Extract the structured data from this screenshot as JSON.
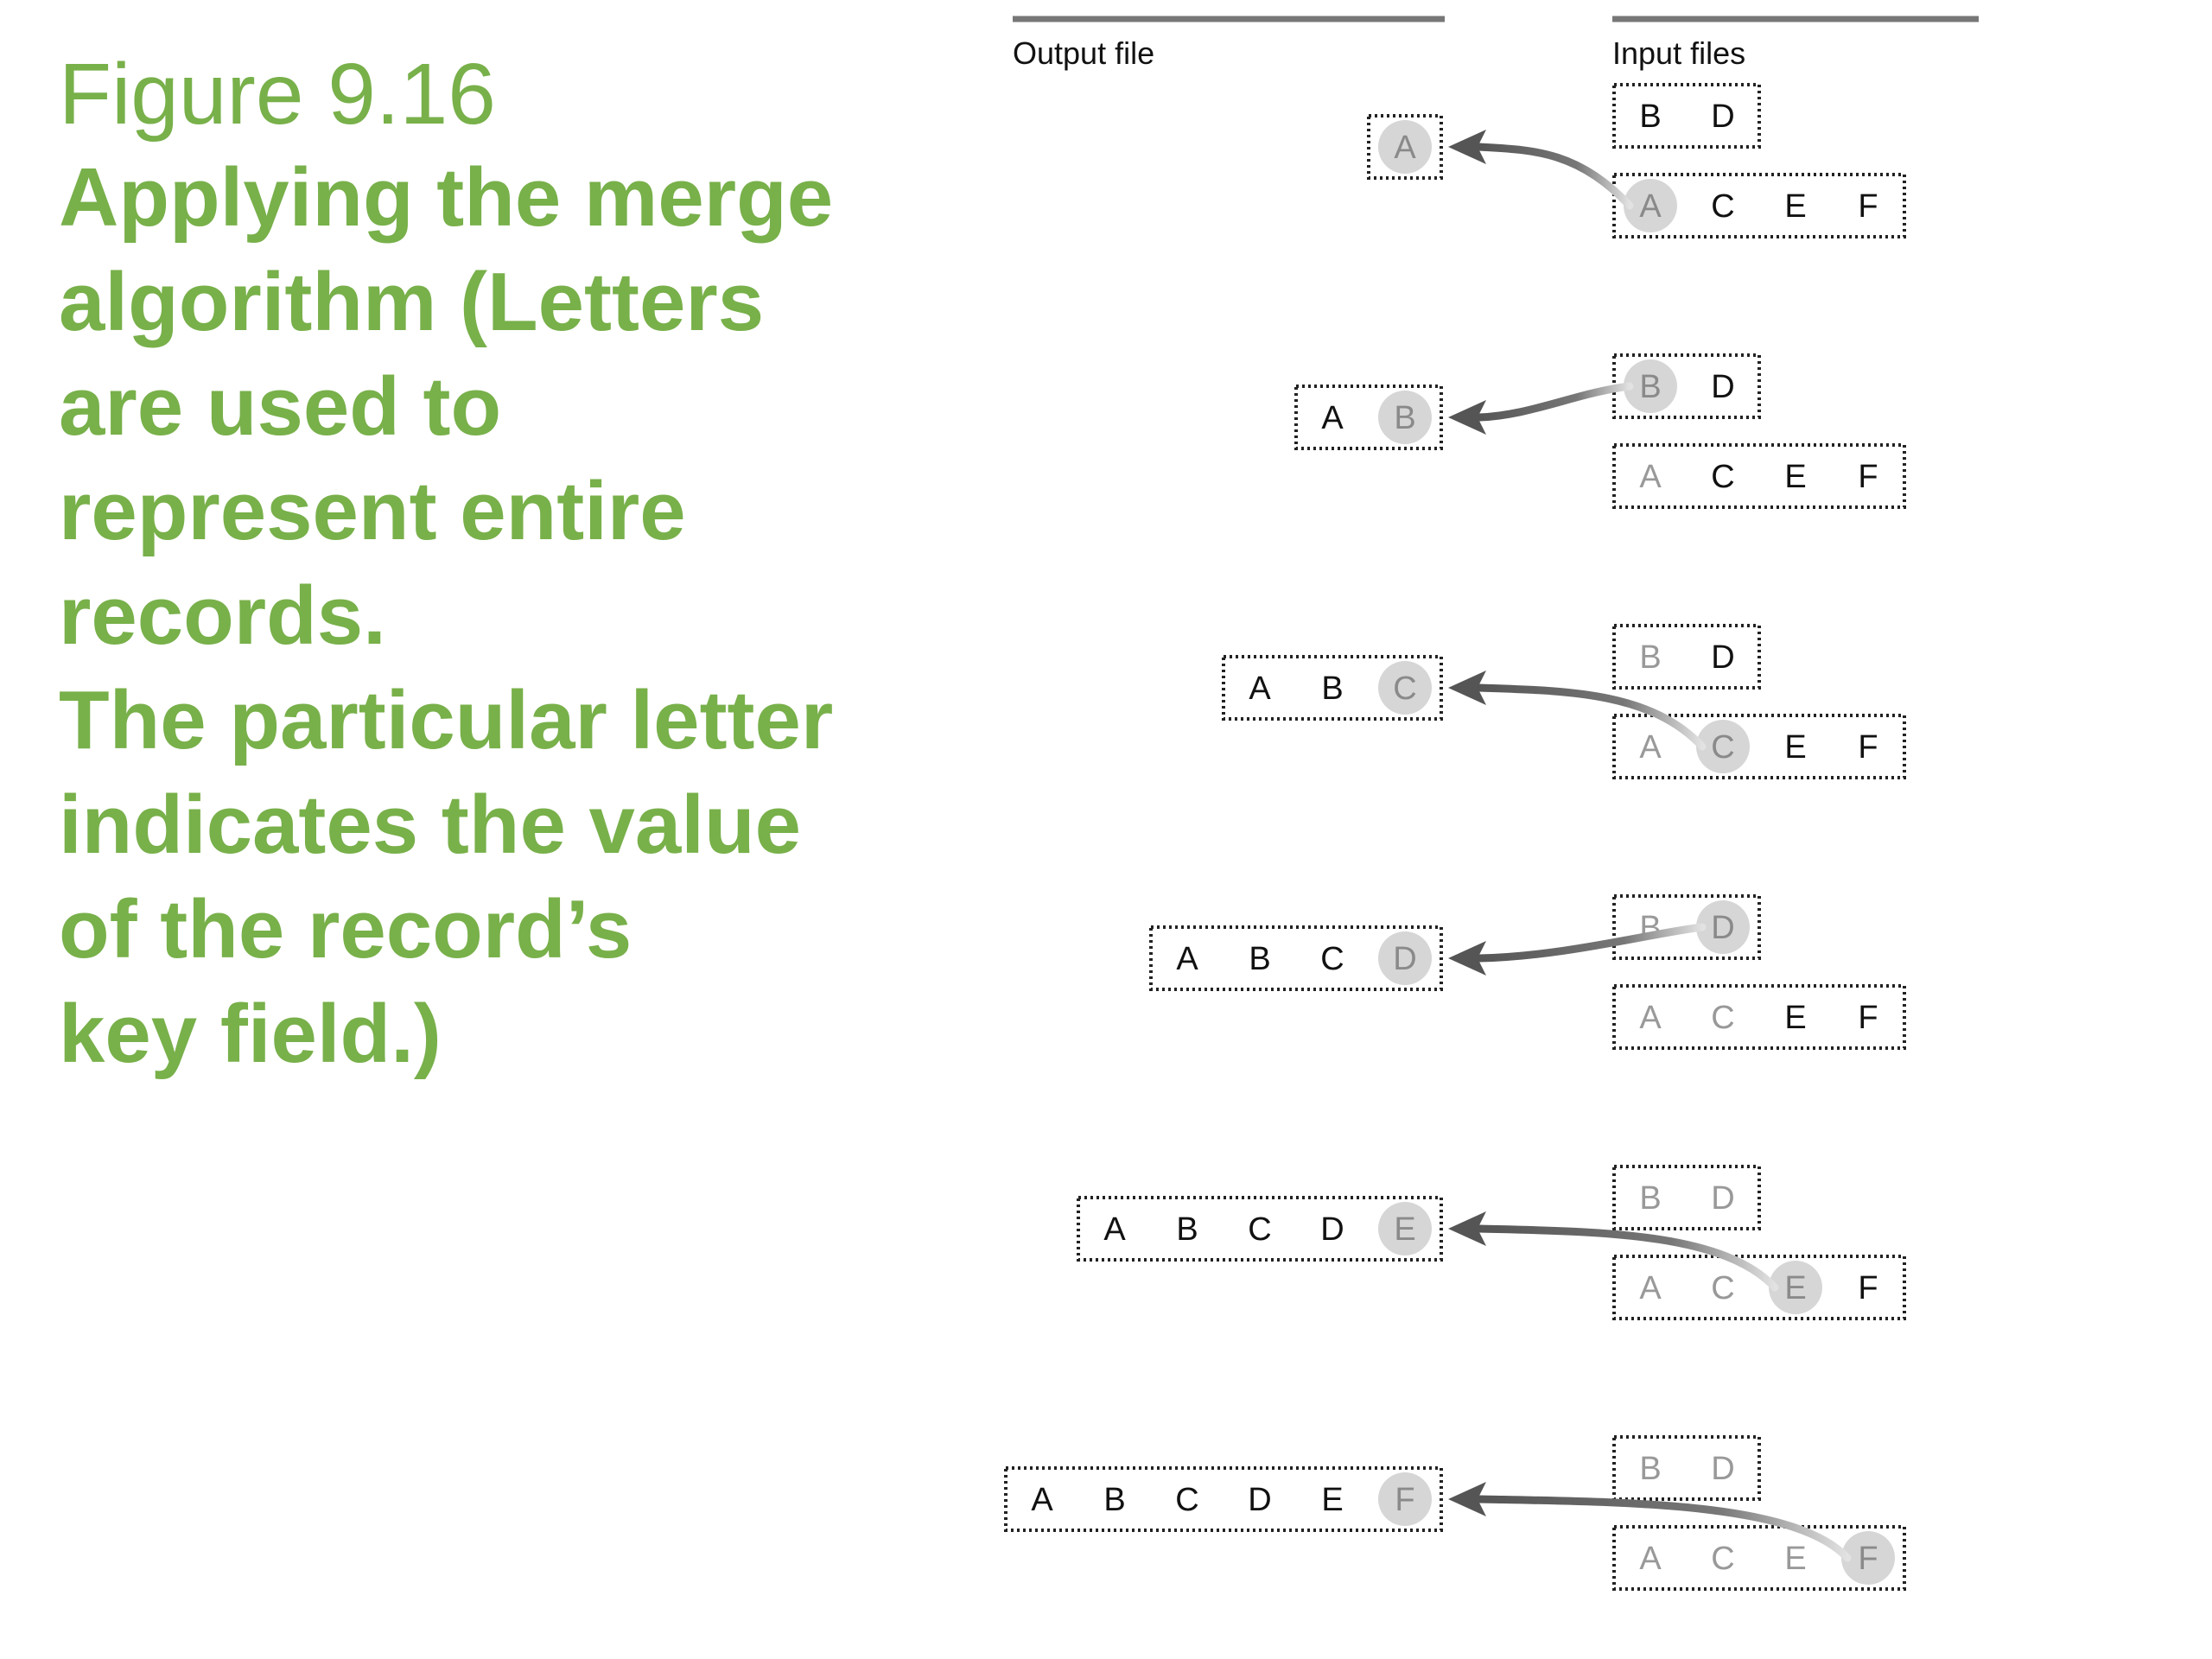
{
  "caption": {
    "figure_number": "Figure 9.16",
    "lines": [
      "Applying the merge",
      "algorithm (Letters",
      "are used to",
      "represent entire",
      "records.",
      "The particular letter",
      "indicates the value",
      "of the record’s",
      "key field.)"
    ]
  },
  "headers": {
    "output": "Output file",
    "input": "Input files"
  },
  "colors": {
    "caption": "#78b04a",
    "text_active": "#111111",
    "text_dim": "#999999",
    "highlight": "#d6d6d6",
    "arrow": "#555555"
  },
  "steps": [
    {
      "output": [
        "A"
      ],
      "highlight": "A",
      "file1": [
        {
          "t": "B",
          "dim": false
        },
        {
          "t": "D",
          "dim": false
        }
      ],
      "file2": [
        {
          "t": "A",
          "dim": false
        },
        {
          "t": "C",
          "dim": false
        },
        {
          "t": "E",
          "dim": false
        },
        {
          "t": "F",
          "dim": false
        }
      ],
      "source": {
        "file": 2,
        "index": 0
      }
    },
    {
      "output": [
        "A",
        "B"
      ],
      "highlight": "B",
      "file1": [
        {
          "t": "B",
          "dim": false
        },
        {
          "t": "D",
          "dim": false
        }
      ],
      "file2": [
        {
          "t": "A",
          "dim": true
        },
        {
          "t": "C",
          "dim": false
        },
        {
          "t": "E",
          "dim": false
        },
        {
          "t": "F",
          "dim": false
        }
      ],
      "source": {
        "file": 1,
        "index": 0
      }
    },
    {
      "output": [
        "A",
        "B",
        "C"
      ],
      "highlight": "C",
      "file1": [
        {
          "t": "B",
          "dim": true
        },
        {
          "t": "D",
          "dim": false
        }
      ],
      "file2": [
        {
          "t": "A",
          "dim": true
        },
        {
          "t": "C",
          "dim": false
        },
        {
          "t": "E",
          "dim": false
        },
        {
          "t": "F",
          "dim": false
        }
      ],
      "source": {
        "file": 2,
        "index": 1
      }
    },
    {
      "output": [
        "A",
        "B",
        "C",
        "D"
      ],
      "highlight": "D",
      "file1": [
        {
          "t": "B",
          "dim": true
        },
        {
          "t": "D",
          "dim": false
        }
      ],
      "file2": [
        {
          "t": "A",
          "dim": true
        },
        {
          "t": "C",
          "dim": true
        },
        {
          "t": "E",
          "dim": false
        },
        {
          "t": "F",
          "dim": false
        }
      ],
      "source": {
        "file": 1,
        "index": 1
      }
    },
    {
      "output": [
        "A",
        "B",
        "C",
        "D",
        "E"
      ],
      "highlight": "E",
      "file1": [
        {
          "t": "B",
          "dim": true
        },
        {
          "t": "D",
          "dim": true
        }
      ],
      "file2": [
        {
          "t": "A",
          "dim": true
        },
        {
          "t": "C",
          "dim": true
        },
        {
          "t": "E",
          "dim": false
        },
        {
          "t": "F",
          "dim": false
        }
      ],
      "source": {
        "file": 2,
        "index": 2
      }
    },
    {
      "output": [
        "A",
        "B",
        "C",
        "D",
        "E",
        "F"
      ],
      "highlight": "F",
      "file1": [
        {
          "t": "B",
          "dim": true
        },
        {
          "t": "D",
          "dim": true
        }
      ],
      "file2": [
        {
          "t": "A",
          "dim": true
        },
        {
          "t": "C",
          "dim": true
        },
        {
          "t": "E",
          "dim": true
        },
        {
          "t": "F",
          "dim": false
        }
      ],
      "source": {
        "file": 2,
        "index": 3
      }
    }
  ]
}
